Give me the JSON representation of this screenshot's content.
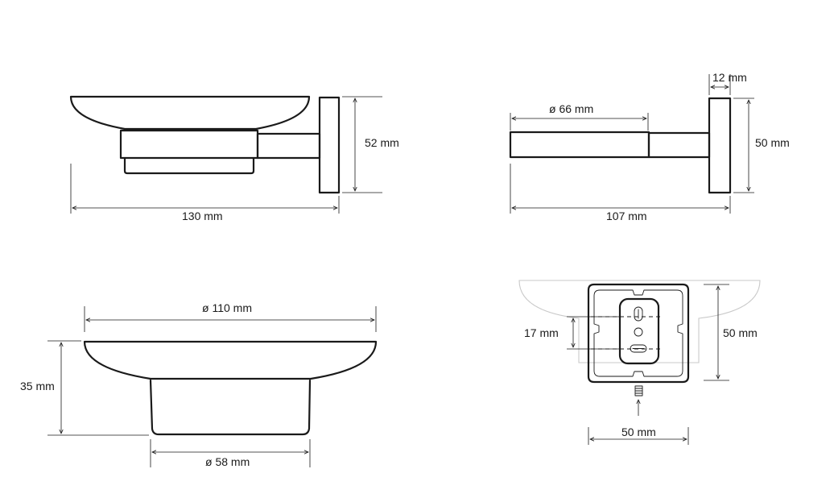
{
  "views": {
    "side_view": {
      "height_label": "52 mm",
      "depth_label": "130 mm"
    },
    "holder_view": {
      "rod_diameter_label": "ø 66 mm",
      "flange_thickness_label": "12 mm",
      "flange_height_label": "50 mm",
      "total_depth_label": "107 mm"
    },
    "dish_view": {
      "dish_diameter_label": "ø 110 mm",
      "dish_height_label": "35 mm",
      "base_diameter_label": "ø 58 mm"
    },
    "mount_view": {
      "hole_spacing_label": "17 mm",
      "plate_height_label": "50 mm",
      "plate_width_label": "50 mm"
    }
  }
}
